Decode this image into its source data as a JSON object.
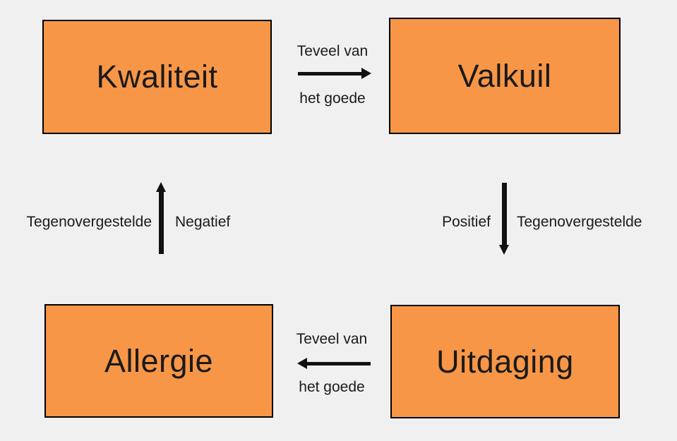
{
  "diagram": {
    "type": "quadrant-model",
    "colors": {
      "background": "#f1f0f0",
      "box_fill": "#f79646",
      "box_border": "#000000",
      "arrow": "#111111",
      "text": "#1a1a1a"
    },
    "boxes": [
      {
        "id": "kwaliteit",
        "label": "Kwaliteit",
        "position": "top-left"
      },
      {
        "id": "valkuil",
        "label": "Valkuil",
        "position": "top-right"
      },
      {
        "id": "allergie",
        "label": "Allergie",
        "position": "bottom-left"
      },
      {
        "id": "uitdaging",
        "label": "Uitdaging",
        "position": "bottom-right"
      }
    ],
    "arrows": [
      {
        "id": "kwaliteit-to-valkuil",
        "direction": "right",
        "label_line1": "Teveel van",
        "label_line2": "het goede"
      },
      {
        "id": "valkuil-to-uitdaging",
        "direction": "down",
        "label_left": "Positief",
        "label_right": "Tegenovergestelde"
      },
      {
        "id": "uitdaging-to-allergie",
        "direction": "left",
        "label_line1": "Teveel van",
        "label_line2": "het goede"
      },
      {
        "id": "allergie-to-kwaliteit",
        "direction": "up",
        "label_left": "Tegenovergestelde",
        "label_right": "Negatief"
      }
    ]
  }
}
